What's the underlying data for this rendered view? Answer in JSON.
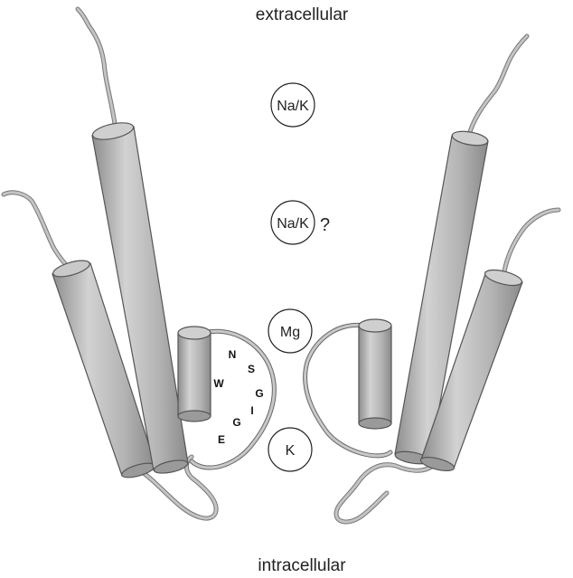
{
  "labels": {
    "top": "extracellular",
    "bottom": "intracellular"
  },
  "ions": [
    {
      "id": "na-k-1",
      "text": "Na/K",
      "note": ""
    },
    {
      "id": "na-k-2",
      "text": "Na/K",
      "note": "?"
    },
    {
      "id": "mg",
      "text": "Mg",
      "note": ""
    },
    {
      "id": "k",
      "text": "K",
      "note": ""
    }
  ],
  "signature_residues": [
    "N",
    "S",
    "W",
    "G",
    "I",
    "G",
    "E"
  ],
  "colors": {
    "helix": "#b5b5b5",
    "helix_dark": "#7a7a7a",
    "loop": "#bdbdbd",
    "outline": "#555555"
  }
}
